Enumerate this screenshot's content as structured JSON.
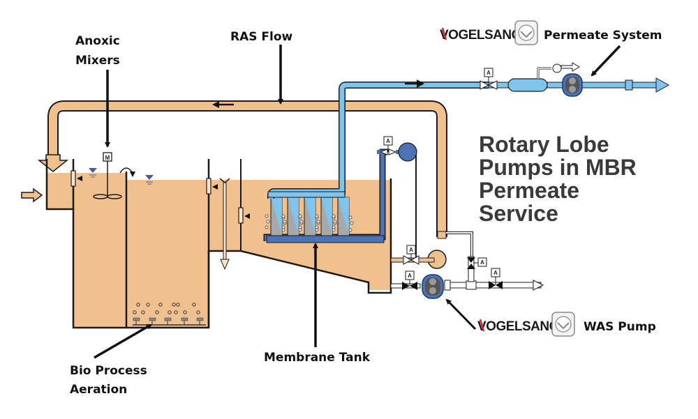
{
  "diagram": {
    "title_lines": [
      "Rotary Lobe",
      "Pumps in MBR",
      "Permeate",
      "Service"
    ],
    "labels": {
      "anoxic_mixers": [
        "Anoxic",
        "Mixers"
      ],
      "ras_flow": "RAS Flow",
      "bio_process_aeration": [
        "Bio Process",
        "Aeration"
      ],
      "membrane_tank": "Membrane Tank"
    },
    "brands": {
      "permeate": {
        "brand": "VOGELSANG",
        "caption": "Permeate System"
      },
      "was": {
        "brand": "VOGELSANG",
        "caption": "WAS Pump"
      }
    },
    "instrument_tag": "A",
    "motor_tag": "M",
    "colors": {
      "sludge": "#f1c08f",
      "permeate": "#7fc4ec",
      "air": "#4a72b4",
      "outline": "#1a1a1a",
      "brand_red": "#d42027"
    }
  }
}
